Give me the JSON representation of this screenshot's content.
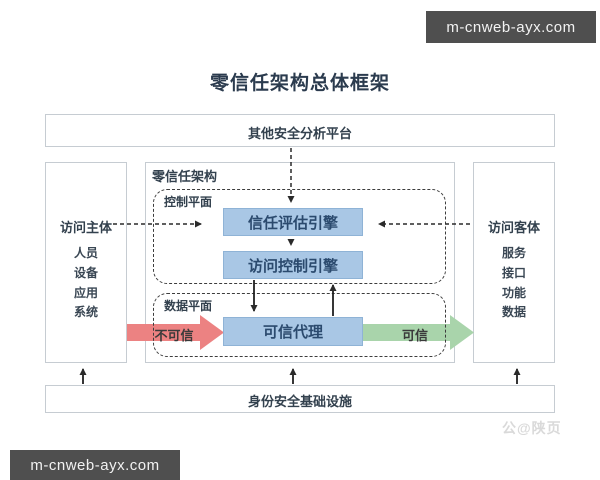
{
  "title": "零信任架构总体框架",
  "watermarks": {
    "top_right": "m-cnweb-ayx.com",
    "bottom_left": "m-cnweb-ayx.com",
    "corner_faint": "公@陕页"
  },
  "top_box": {
    "label": "其他安全分析平台"
  },
  "bottom_box": {
    "label": "身份安全基础设施"
  },
  "left_box": {
    "title": "访问主体",
    "items": [
      "人员",
      "设备",
      "应用",
      "系统"
    ]
  },
  "right_box": {
    "title": "访问客体",
    "items": [
      "服务",
      "接口",
      "功能",
      "数据"
    ]
  },
  "center": {
    "label": "零信任架构",
    "control_plane": {
      "label": "控制平面",
      "engines": [
        "信任评估引擎",
        "访问控制引擎"
      ]
    },
    "data_plane": {
      "label": "数据平面",
      "proxy": "可信代理",
      "untrusted_label": "不可信",
      "trusted_label": "可信"
    }
  },
  "colors": {
    "engine_fill": "#a9c7e5",
    "engine_text": "#2b4a6e",
    "untrusted_arrow": "#ec8282",
    "trusted_arrow": "#a9d4ab",
    "box_border": "#c6ccd2",
    "dashed_line": "#3d3d3d",
    "watermark_bg": "#4f4f4f"
  }
}
